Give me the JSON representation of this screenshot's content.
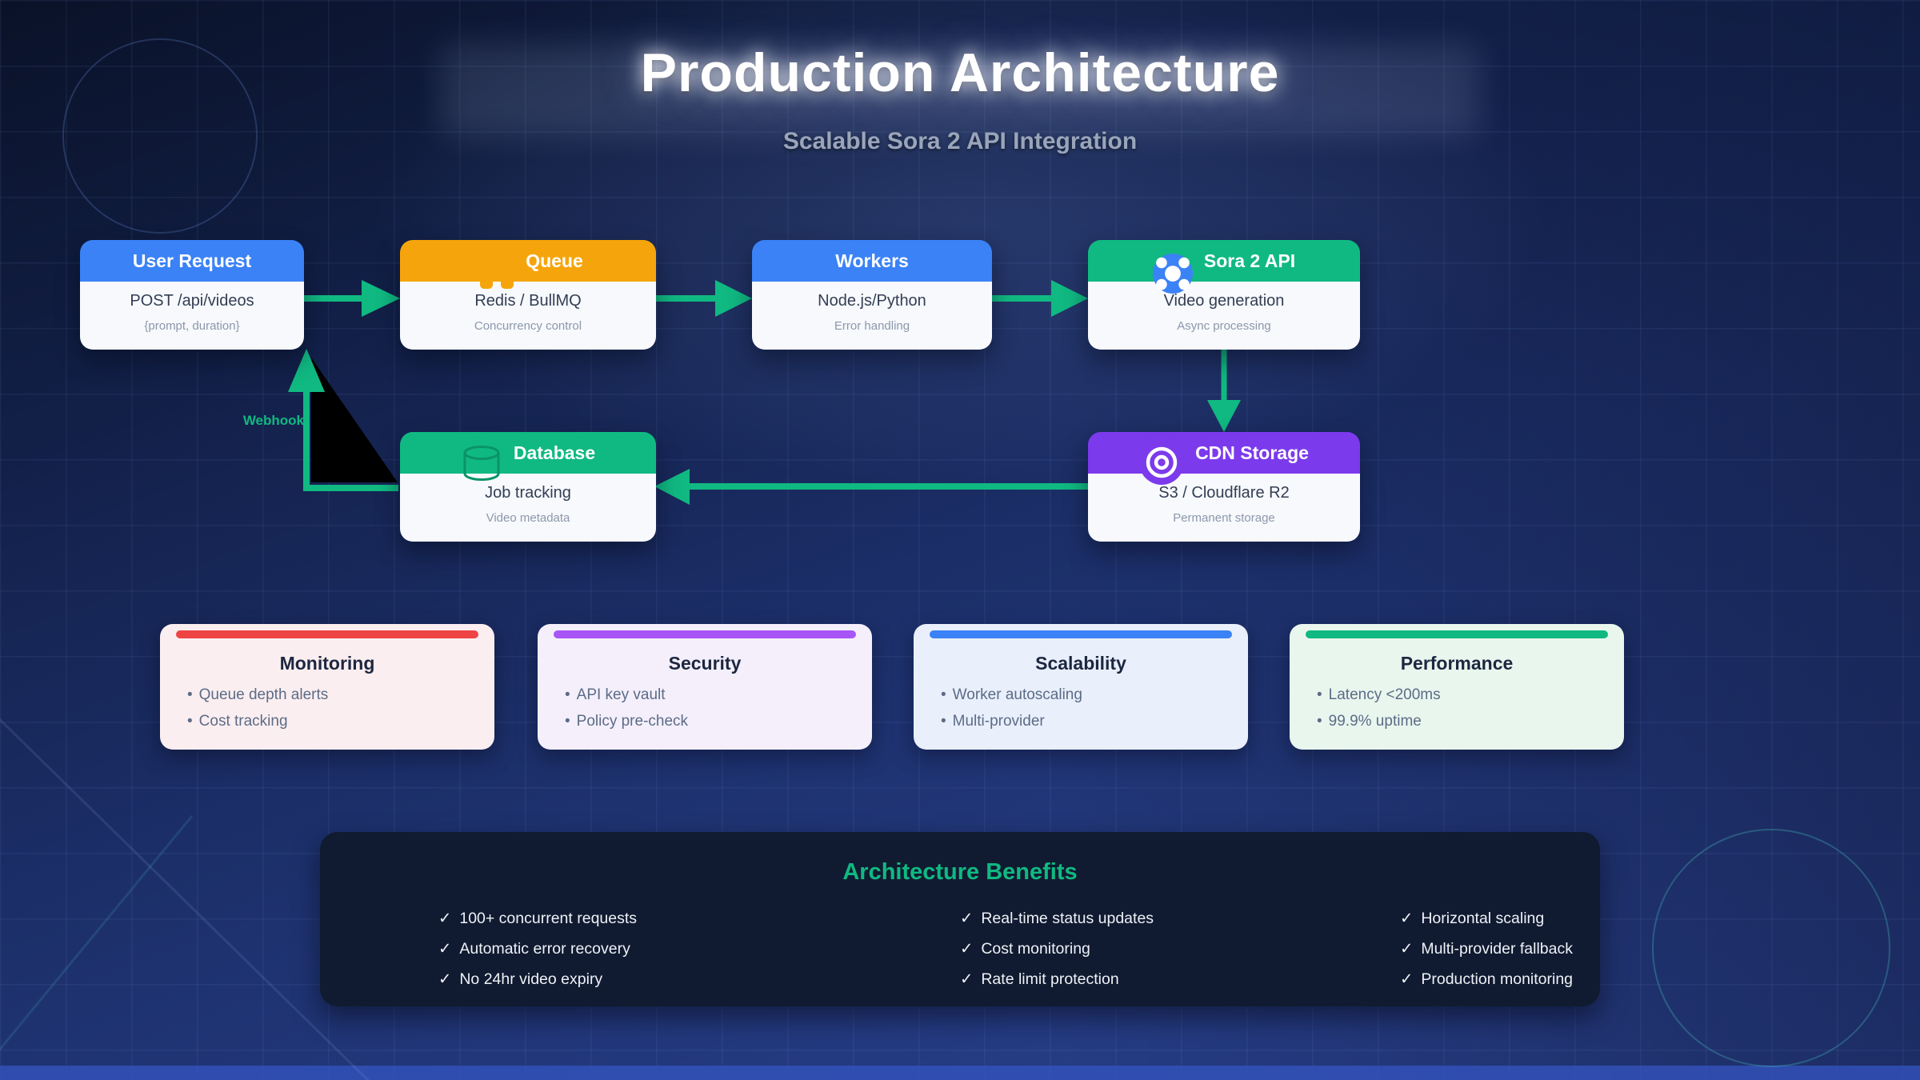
{
  "title": "Production Architecture",
  "subtitle": "Scalable Sora 2 API Integration",
  "ui": {
    "bullet": "•",
    "check": "✓"
  },
  "colors": {
    "arrow_green": "#10b981",
    "header_blue": "#3b82f6",
    "header_orange": "#f5a50b",
    "header_green": "#10b981",
    "header_purple": "#7c3aed",
    "card_bar_red": "#ef4444",
    "card_bar_purple": "#a855f7",
    "card_bar_blue": "#3b82f6",
    "card_bar_green": "#10b981",
    "benefits_panel": "#101b31",
    "benefits_title": "#10b981",
    "background_navy": "#1e3270"
  },
  "nodes": [
    {
      "id": "user-request",
      "label": "User Request",
      "line1": "POST /api/videos",
      "line2": "{prompt, duration}",
      "header_color": "#3b82f6"
    },
    {
      "id": "queue",
      "label": "Queue",
      "line1": "Redis / BullMQ",
      "line2": "Concurrency control",
      "header_color": "#f5a50b"
    },
    {
      "id": "workers",
      "label": "Workers",
      "line1": "Node.js/Python",
      "line2": "Error handling",
      "header_color": "#3b82f6"
    },
    {
      "id": "sora-2-api",
      "label": "Sora 2 API",
      "line1": "Video generation",
      "line2": "Async processing",
      "header_color": "#10b981",
      "icon": "sora-dots-icon"
    },
    {
      "id": "database",
      "label": "Database",
      "line1": "Job tracking",
      "line2": "Video metadata",
      "header_color": "#10b981",
      "icon": "database-cylinder-icon"
    },
    {
      "id": "cdn-storage",
      "label": "CDN Storage",
      "line1": "S3 / Cloudflare R2",
      "line2": "Permanent storage",
      "header_color": "#7c3aed",
      "icon": "disc-rings-icon"
    }
  ],
  "edge_label": "Webhook",
  "cards": [
    {
      "title": "Monitoring",
      "accent": "#ef4444",
      "items": [
        "Queue depth alerts",
        "Cost tracking"
      ]
    },
    {
      "title": "Security",
      "accent": "#a855f7",
      "items": [
        "API key vault",
        "Policy pre-check"
      ]
    },
    {
      "title": "Scalability",
      "accent": "#3b82f6",
      "items": [
        "Worker autoscaling",
        "Multi-provider"
      ]
    },
    {
      "title": "Performance",
      "accent": "#10b981",
      "items": [
        "Latency <200ms",
        "99.9% uptime"
      ]
    }
  ],
  "benefits": {
    "title": "Architecture Benefits",
    "columns": [
      [
        "100+ concurrent requests",
        "Automatic error recovery",
        "No 24hr video expiry"
      ],
      [
        "Real-time status updates",
        "Cost monitoring",
        "Rate limit protection"
      ],
      [
        "Horizontal scaling",
        "Multi-provider fallback",
        "Production monitoring"
      ]
    ]
  }
}
